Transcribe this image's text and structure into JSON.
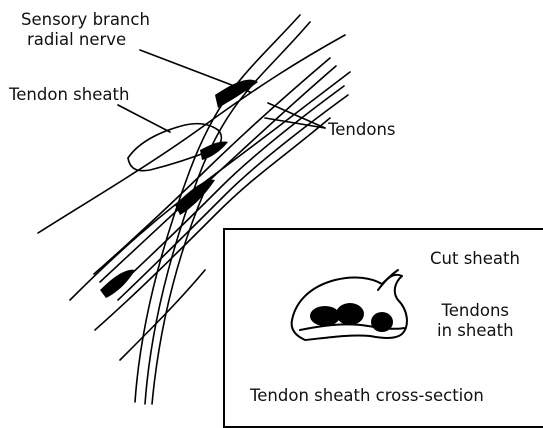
{
  "labels": {
    "sensory_branch_line1": "Sensory branch",
    "sensory_branch_line2": "radial nerve",
    "tendon_sheath": "Tendon sheath",
    "tendons": "Tendons",
    "cut_sheath": "Cut sheath",
    "tendons_in_sheath_line1": "Tendons",
    "tendons_in_sheath_line2": "in sheath",
    "cross_section_caption": "Tendon sheath cross-section"
  },
  "colors": {
    "line": "#000000",
    "fill": "#000000",
    "background": "#ffffff"
  }
}
